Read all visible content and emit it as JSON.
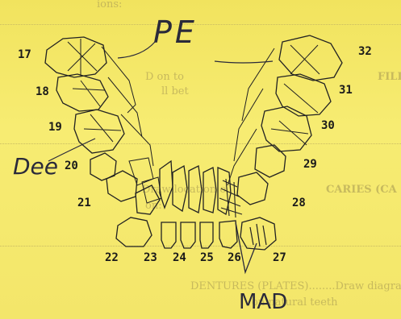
{
  "background_text": {
    "top_fragment": "ions:",
    "fillings": "FILLI",
    "fillings_right": "D on to",
    "fillings_right2": "ll bet",
    "caries": "CARIES (CA",
    "caries_right": "Draw location o",
    "caries_right2": "on:",
    "dentures": "DENTURES (PLATES)........Draw diagram of",
    "dentures_sub": "on natural teeth"
  },
  "tooth_numbers": {
    "n17": "17",
    "n18": "18",
    "n19": "19",
    "n20": "20",
    "n21": "21",
    "n22": "22",
    "n23": "23",
    "n24": "24",
    "n25": "25",
    "n26": "26",
    "n27": "27",
    "n28": "28",
    "n29": "29",
    "n30": "30",
    "n31": "31",
    "n32": "32"
  },
  "handwritten": {
    "pe": "PE",
    "dee": "Dee",
    "mad": "MAD"
  },
  "colors": {
    "paper": "#f4e866",
    "ink": "#1a1a1a",
    "pencil": "#2a2a3a"
  }
}
